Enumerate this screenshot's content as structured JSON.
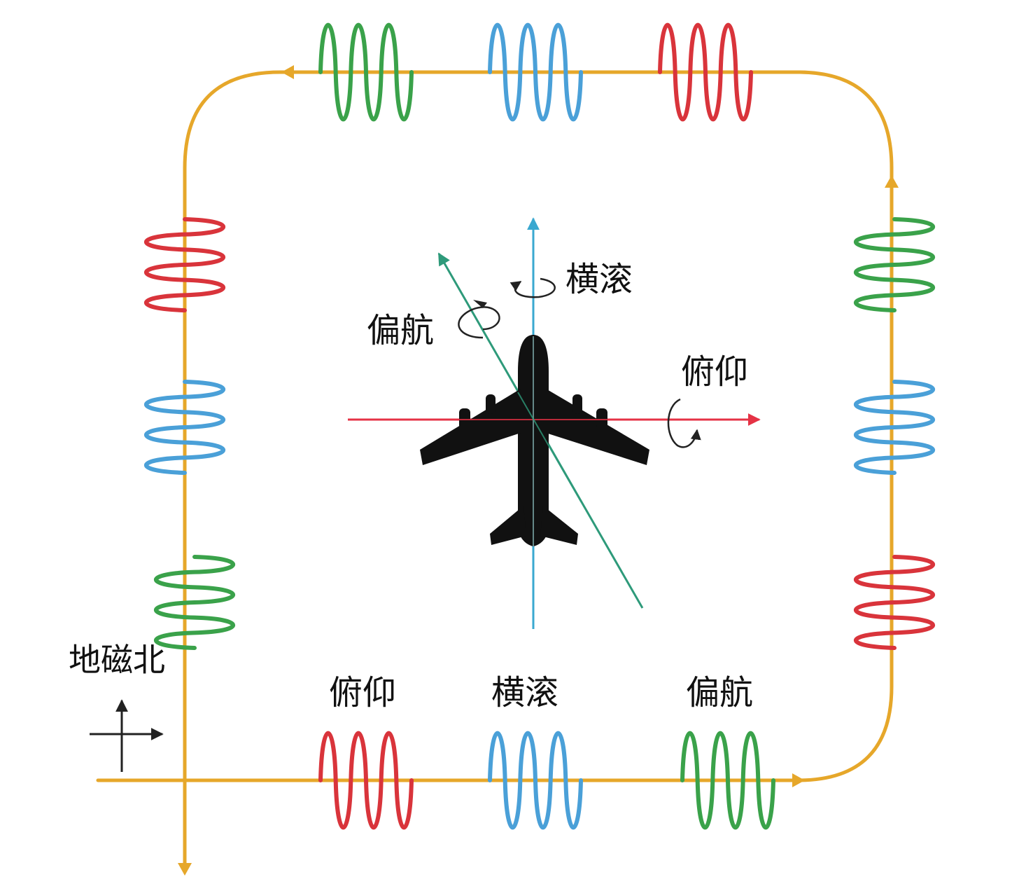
{
  "labels": {
    "geomagnetic_north": "地磁北",
    "pitch": "俯仰",
    "roll": "横滚",
    "yaw": "偏航"
  },
  "bottom_legend": [
    {
      "key": "pitch",
      "label": "俯仰",
      "color": "#d9343b"
    },
    {
      "key": "roll",
      "label": "横滚",
      "color": "#4aa0d8"
    },
    {
      "key": "yaw",
      "label": "偏航",
      "color": "#3aa24a"
    }
  ],
  "axis_labels": {
    "pitch": "俯仰",
    "roll": "横滚",
    "yaw": "偏航"
  },
  "colors": {
    "loop_wire": "#e6a72a",
    "coil_red": "#d9343b",
    "coil_blue": "#4aa0d8",
    "coil_green": "#3aa24a",
    "axis_pitch": "#e53245",
    "axis_roll": "#3aa8d0",
    "axis_yaw": "#2e9a7a",
    "aircraft": "#111111",
    "rotation_arrow": "#222222"
  },
  "icons": {
    "aircraft": "airplane-silhouette-icon",
    "compass": "direction-cross-icon"
  }
}
